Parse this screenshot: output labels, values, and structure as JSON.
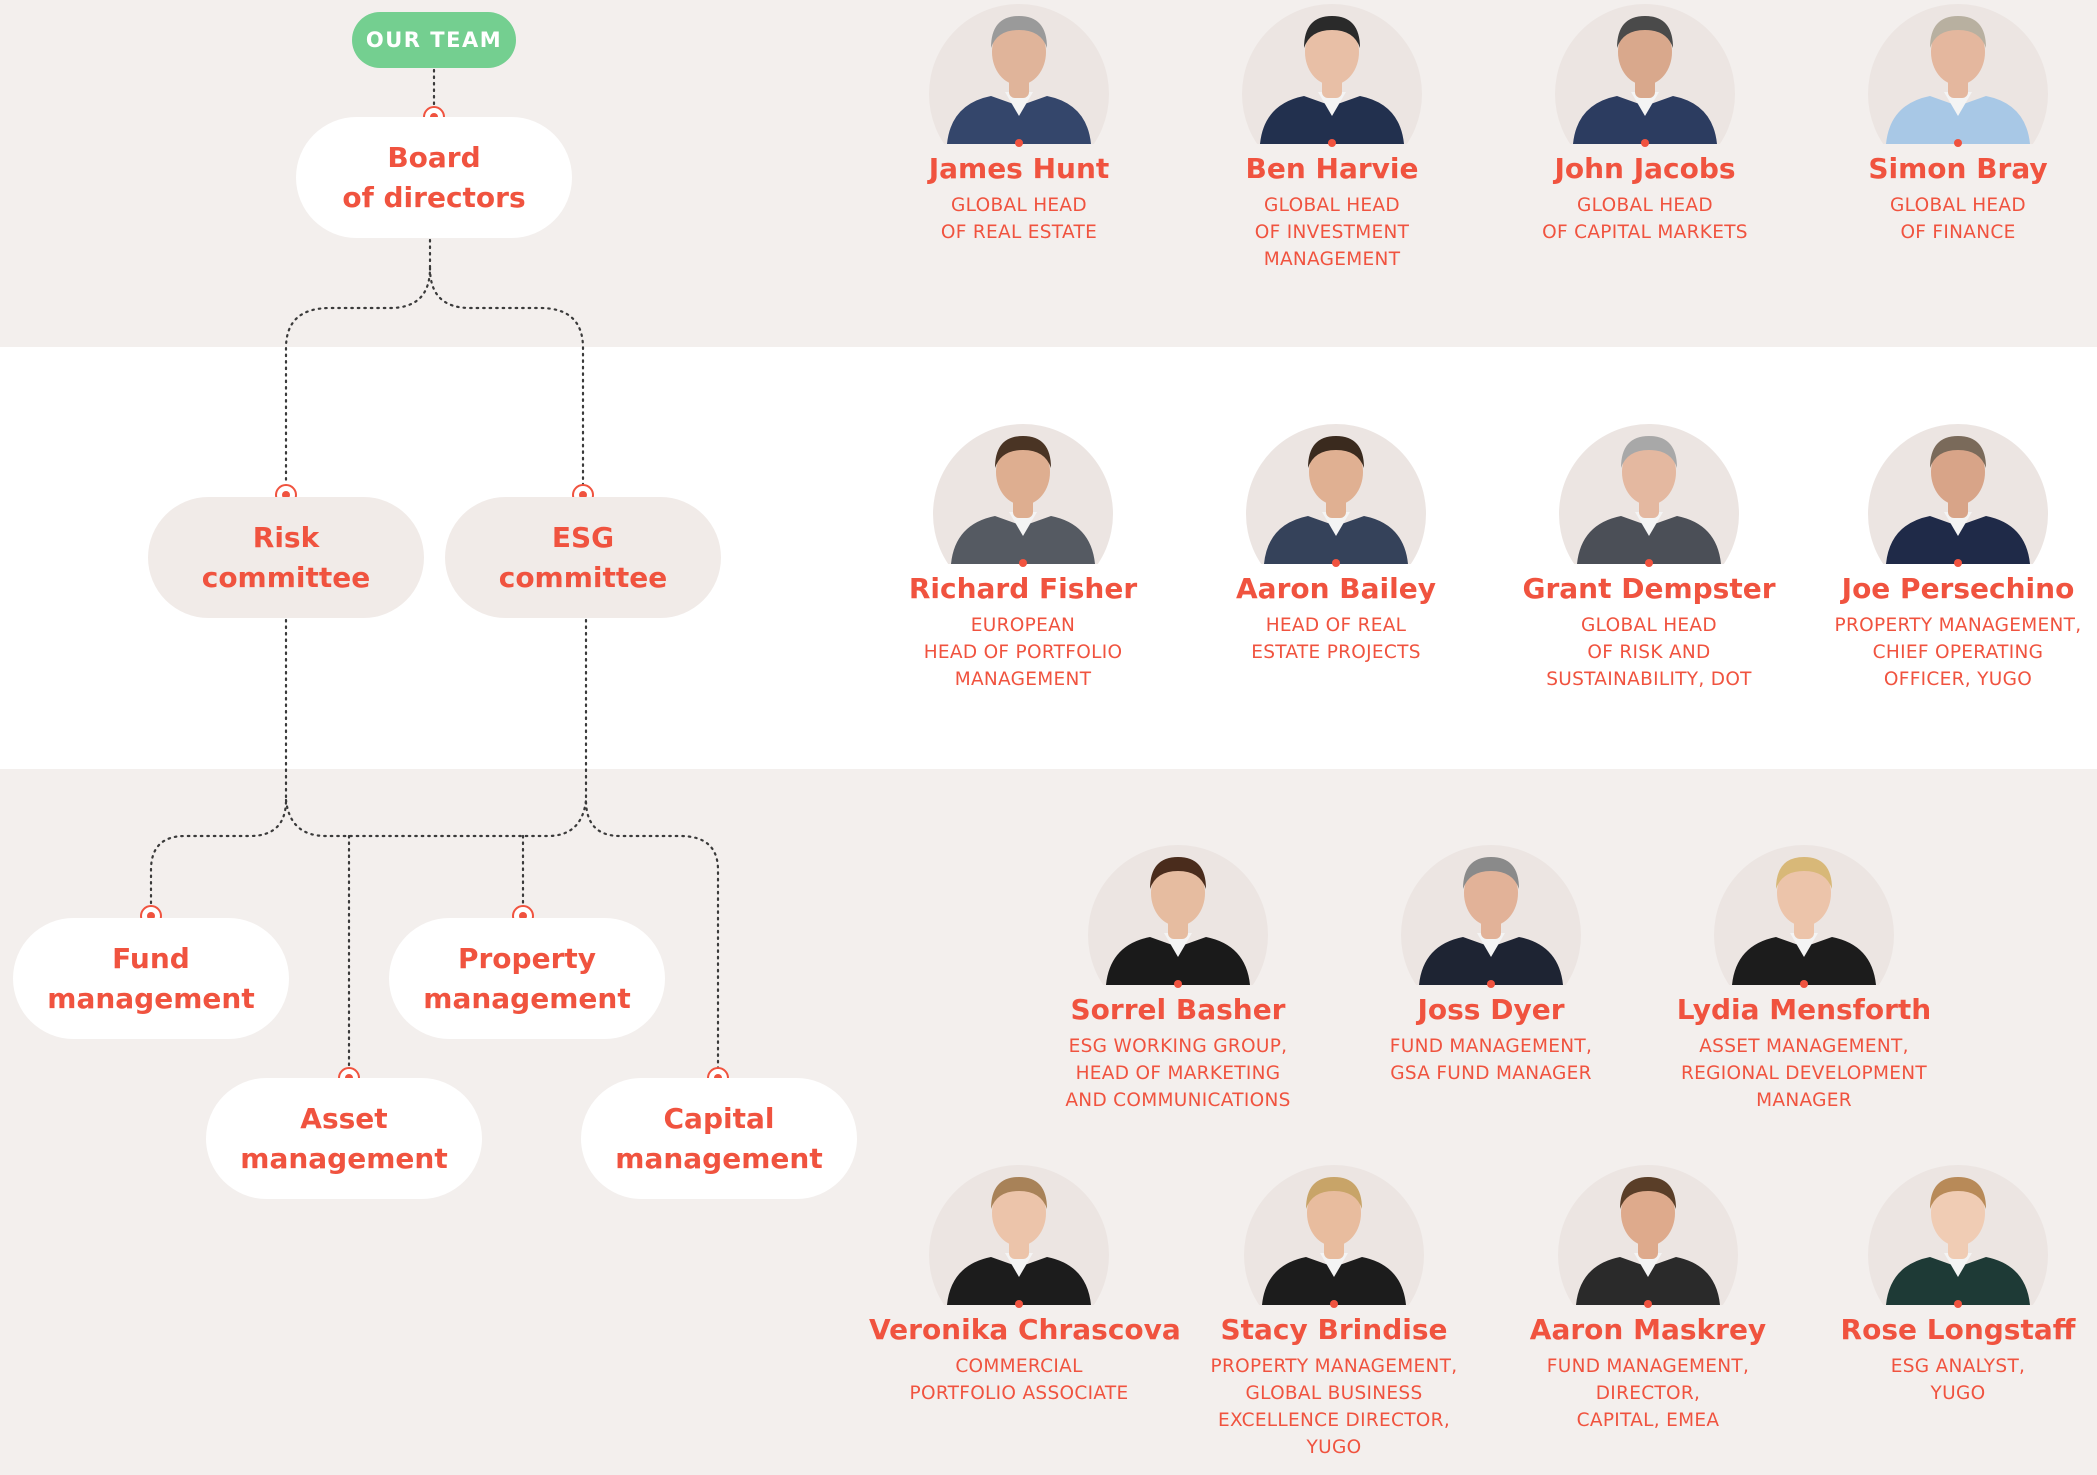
{
  "header": {
    "tag": "OUR TEAM"
  },
  "org_chart": {
    "board": [
      "Board",
      "of directors"
    ],
    "committees": [
      {
        "id": "risk",
        "lines": [
          "Risk",
          "committee"
        ]
      },
      {
        "id": "esg",
        "lines": [
          "ESG",
          "committee"
        ]
      }
    ],
    "departments": [
      {
        "id": "fund",
        "lines": [
          "Fund",
          "management"
        ]
      },
      {
        "id": "property",
        "lines": [
          "Property",
          "management"
        ]
      },
      {
        "id": "asset",
        "lines": [
          "Asset",
          "management"
        ]
      },
      {
        "id": "capital",
        "lines": [
          "Capital",
          "management"
        ]
      }
    ]
  },
  "team": {
    "board_members": [
      {
        "name": "James Hunt",
        "role": [
          "GLOBAL HEAD",
          "OF REAL ESTATE"
        ],
        "suit": "#34466b",
        "skin": "#e0b49a",
        "hair": "#9a9a9a"
      },
      {
        "name": "Ben Harvie",
        "role": [
          "GLOBAL HEAD",
          "OF INVESTMENT",
          "MANAGEMENT"
        ],
        "suit": "#22304e",
        "skin": "#e8bfa6",
        "hair": "#2a2a2a"
      },
      {
        "name": "John Jacobs",
        "role": [
          "GLOBAL HEAD",
          "OF CAPITAL MARKETS"
        ],
        "suit": "#2c3c60",
        "skin": "#d9a88c",
        "hair": "#4a4a4a"
      },
      {
        "name": "Simon Bray",
        "role": [
          "GLOBAL HEAD",
          "OF FINANCE"
        ],
        "suit": "#a8c8e6",
        "skin": "#e4b79e",
        "hair": "#b8b0a0"
      }
    ],
    "committee_members": [
      {
        "name": "Richard Fisher",
        "role": [
          "EUROPEAN",
          "HEAD OF PORTFOLIO",
          "MANAGEMENT"
        ],
        "suit": "#555a62",
        "skin": "#deae90",
        "hair": "#4a3424"
      },
      {
        "name": "Aaron Bailey",
        "role": [
          "HEAD OF REAL",
          "ESTATE PROJECTS"
        ],
        "suit": "#35425a",
        "skin": "#e0b092",
        "hair": "#3a2a1e"
      },
      {
        "name": "Grant Dempster",
        "role": [
          "GLOBAL HEAD",
          "OF RISK AND",
          "SUSTAINABILITY, DOT"
        ],
        "suit": "#4b4f57",
        "skin": "#e4b8a0",
        "hair": "#a8a8a8"
      },
      {
        "name": "Joe Persechino",
        "role": [
          "PROPERTY MANAGEMENT,",
          "CHIEF OPERATING",
          "OFFICER, YUGO"
        ],
        "suit": "#1f2a48",
        "skin": "#d8a488",
        "hair": "#7a6a5a"
      }
    ],
    "department_members_row1": [
      {
        "name": "Sorrel Basher",
        "role": [
          "ESG WORKING GROUP,",
          "HEAD OF MARKETING",
          "AND COMMUNICATIONS"
        ],
        "suit": "#1a1a1a",
        "skin": "#e6bca0",
        "hair": "#4a2c1c"
      },
      {
        "name": "Joss Dyer",
        "role": [
          "FUND MANAGEMENT,",
          "GSA FUND MANAGER"
        ],
        "suit": "#1e2433",
        "skin": "#e2b298",
        "hair": "#8a8a8a"
      },
      {
        "name": "Lydia Mensforth",
        "role": [
          "ASSET MANAGEMENT,",
          "REGIONAL DEVELOPMENT",
          "MANAGER"
        ],
        "suit": "#1c1c1c",
        "skin": "#ecc4aa",
        "hair": "#d8b878"
      }
    ],
    "department_members_row2": [
      {
        "name": "Veronika Chrascova",
        "role": [
          "COMMERCIAL",
          "PORTFOLIO ASSOCIATE"
        ],
        "suit": "#1c1c1c",
        "skin": "#ecc4aa",
        "hair": "#a88258"
      },
      {
        "name": "Stacy Brindise",
        "role": [
          "PROPERTY MANAGEMENT,",
          "GLOBAL BUSINESS",
          "EXCELLENCE DIRECTOR,",
          "YUGO"
        ],
        "suit": "#1c1c1c",
        "skin": "#e8bc9e",
        "hair": "#c8a468"
      },
      {
        "name": "Aaron Maskrey",
        "role": [
          "FUND MANAGEMENT,",
          "DIRECTOR,",
          "CAPITAL, EMEA"
        ],
        "suit": "#2a2a2a",
        "skin": "#deaa8c",
        "hair": "#5a3e28"
      },
      {
        "name": "Rose Longstaff",
        "role": [
          "ESG ANALYST,",
          "YUGO"
        ],
        "suit": "#1e3a36",
        "skin": "#f0ccb4",
        "hair": "#b88a58"
      }
    ]
  }
}
